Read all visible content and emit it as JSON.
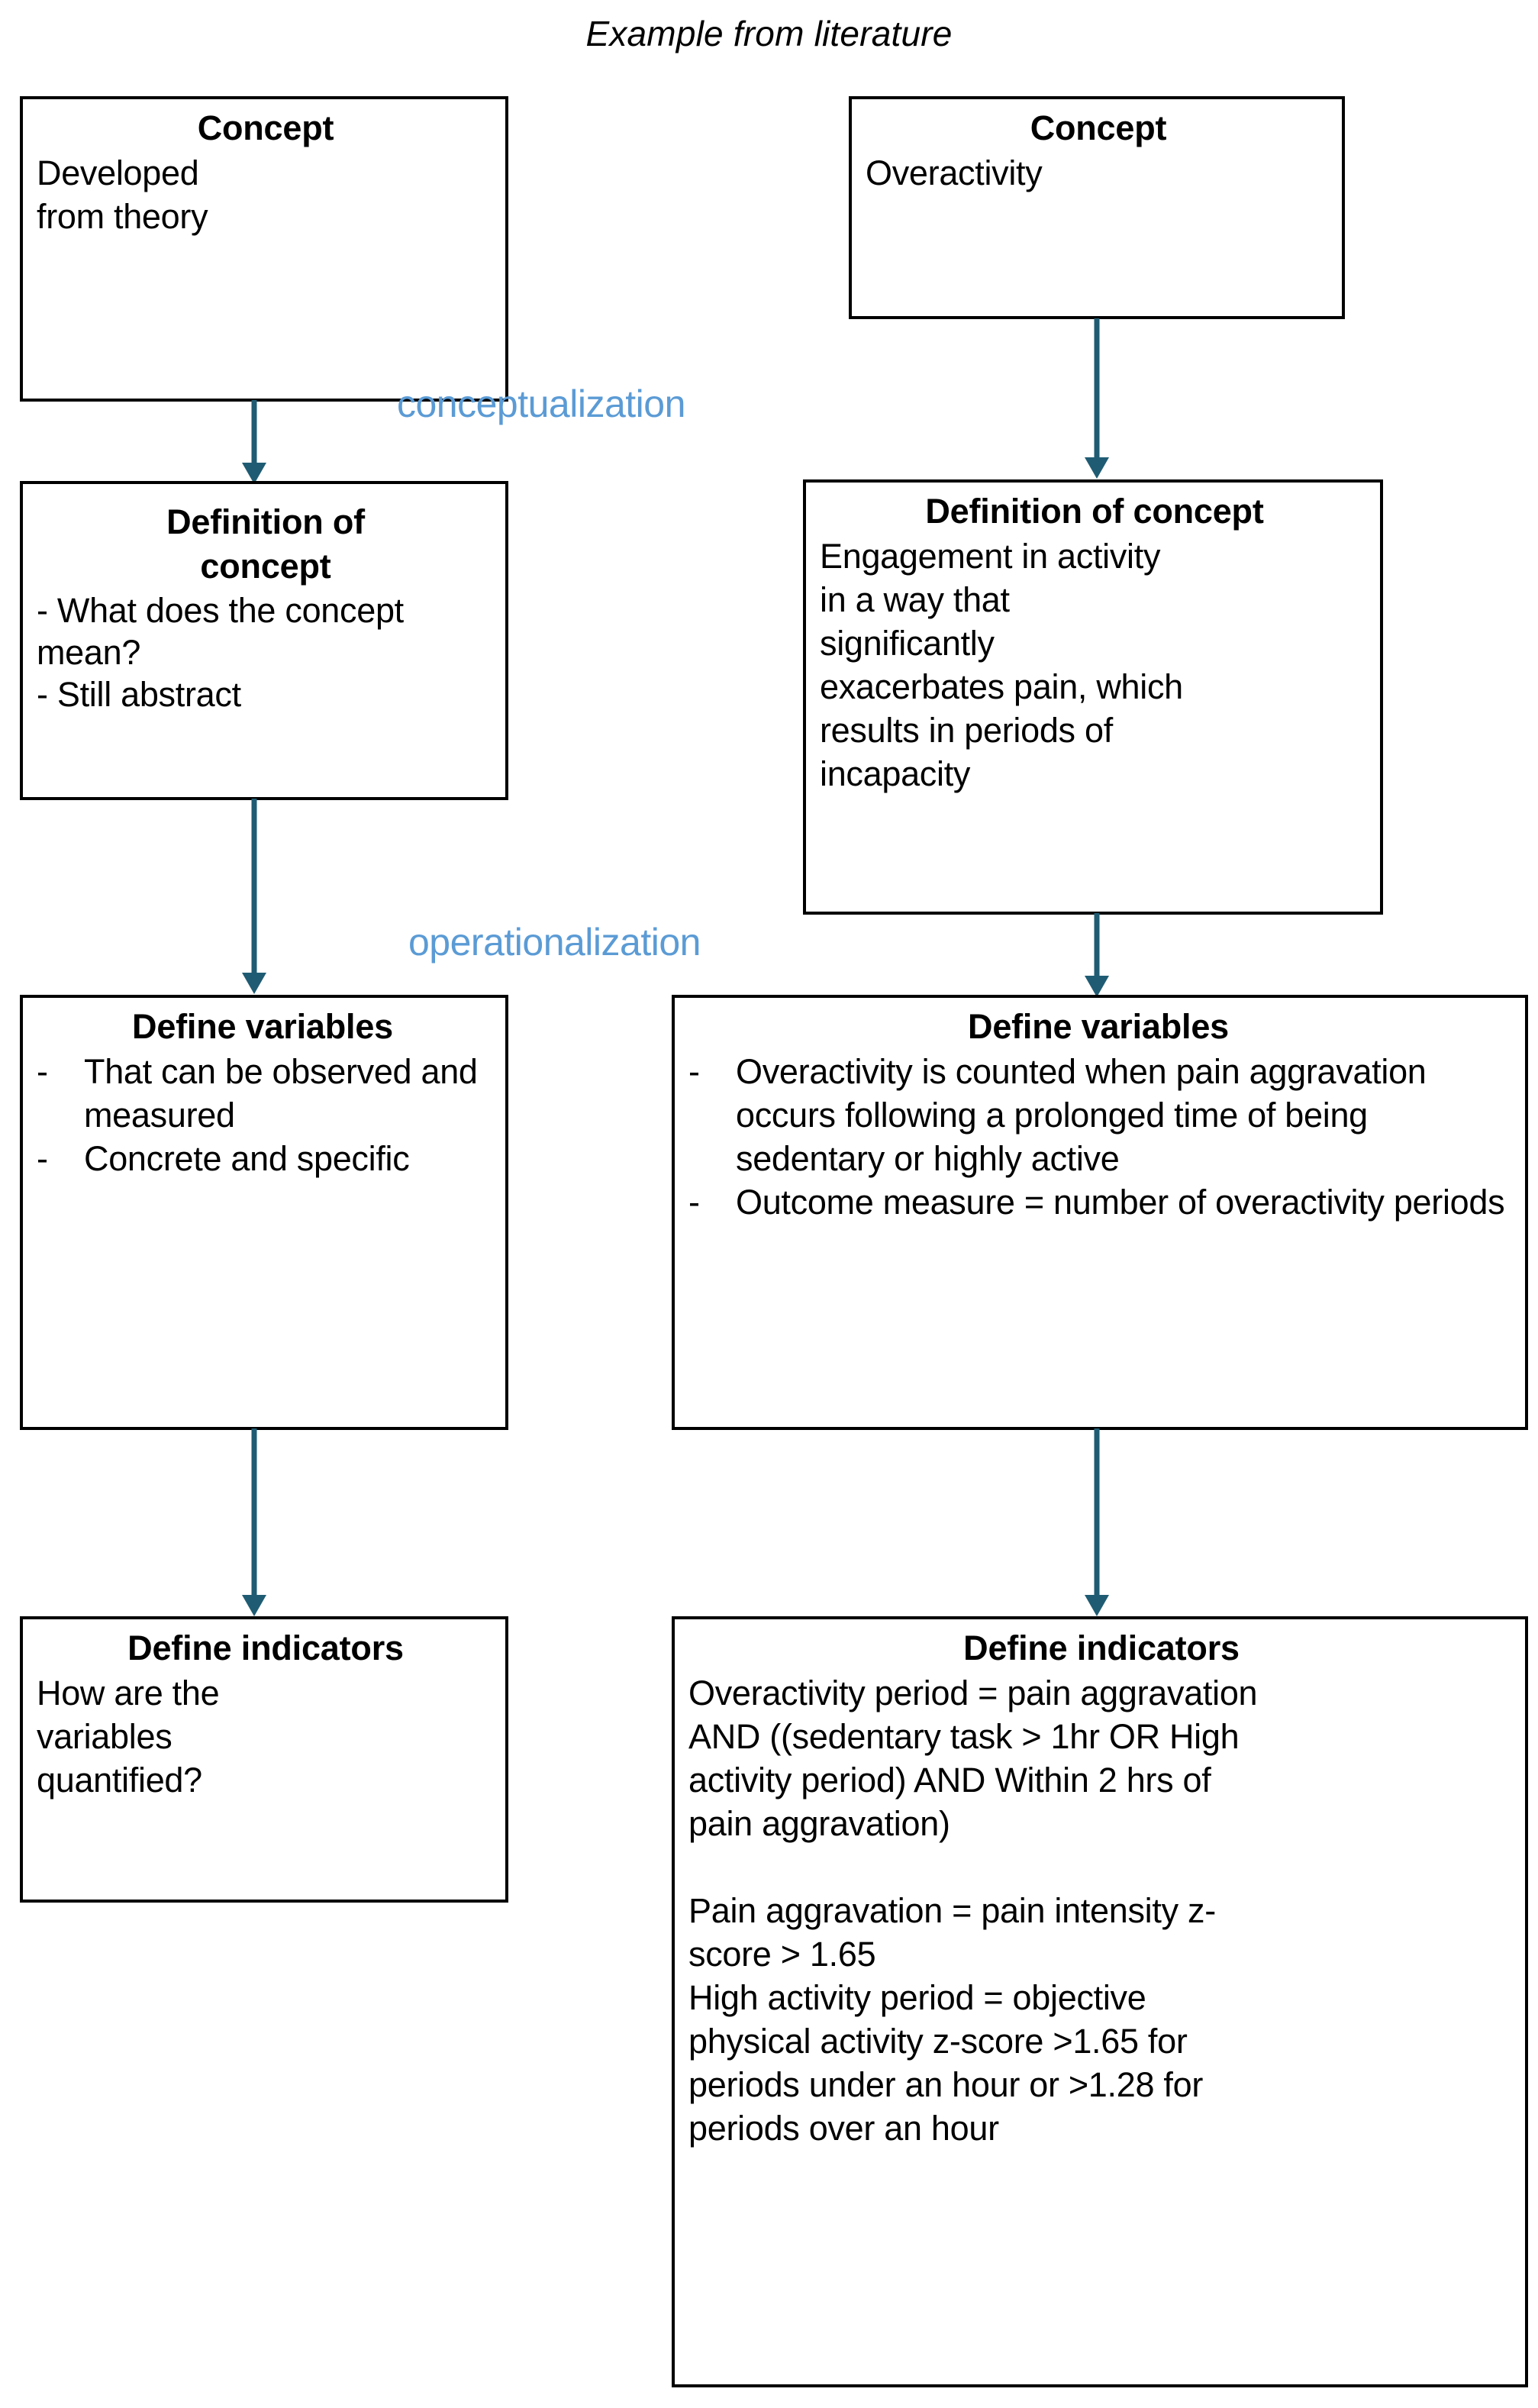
{
  "caption": "Example from literature",
  "colors": {
    "arrow": "#1F5C73",
    "stage_label": "#5B9BD5",
    "box_border": "#000000",
    "text": "#000000",
    "background": "#FFFFFF"
  },
  "stage_labels": [
    {
      "id": "conceptualization",
      "text": "conceptualization"
    },
    {
      "id": "operationalization",
      "text": "operationalization"
    }
  ],
  "generic_column": {
    "concept": {
      "title": "Concept",
      "body_lines": [
        "Developed",
        "from theory"
      ]
    },
    "definition": {
      "title_lines": [
        "Definition of",
        "concept"
      ],
      "bullets": [
        {
          "dash": "-",
          "text": "What does the concept mean?"
        },
        {
          "dash": "-",
          "text": "Still abstract"
        }
      ]
    },
    "variables": {
      "title": "Define variables",
      "bullets": [
        {
          "dash": "-",
          "text": "That can be observed and measured"
        },
        {
          "dash": "-",
          "text": "Concrete and specific"
        }
      ]
    },
    "indicators": {
      "title": "Define indicators",
      "body_lines": [
        "How are the",
        "variables",
        "quantified?"
      ]
    }
  },
  "example_column": {
    "concept": {
      "title": "Concept",
      "body_lines": [
        "Overactivity"
      ]
    },
    "definition": {
      "title": "Definition of concept",
      "body_lines": [
        "Engagement in activity",
        "in a way that",
        "significantly",
        "exacerbates pain, which",
        "results in periods of",
        "incapacity"
      ]
    },
    "variables": {
      "title": "Define variables",
      "bullets": [
        {
          "dash": "-",
          "text": "Overactivity is counted when pain aggravation occurs following a prolonged time of being sedentary or highly active"
        },
        {
          "dash": "-",
          "text": "Outcome measure = number of overactivity periods"
        }
      ]
    },
    "indicators": {
      "title": "Define indicators",
      "paragraph_1_lines": [
        "Overactivity period = pain aggravation",
        "AND ((sedentary task > 1hr OR High",
        "activity period) AND Within 2 hrs of",
        "pain aggravation)"
      ],
      "paragraph_2_lines": [
        "Pain aggravation = pain intensity z-",
        "score > 1.65",
        "High activity period = objective",
        "physical activity z-score >1.65 for",
        "periods under an hour  or >1.28 for",
        "periods over an hour"
      ]
    }
  }
}
